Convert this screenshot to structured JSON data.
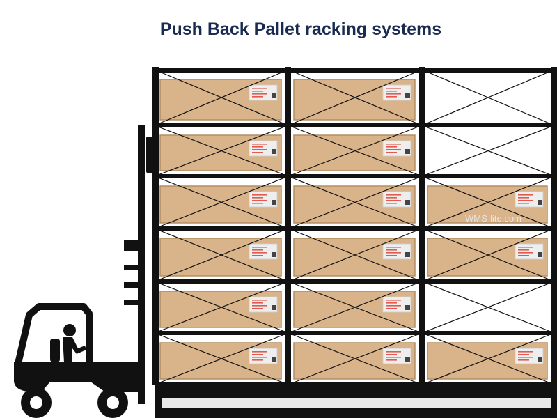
{
  "title": "Push Back Pallet racking systems",
  "watermark": "WMS-lite.com",
  "colors": {
    "title": "#1a2b52",
    "frame": "#111111",
    "box_fill": "#d9b48a",
    "box_edge": "#b38d63",
    "label_card": "#eeeeee",
    "label_text": "#e05a4e",
    "base": "#e9e9e9"
  },
  "rack": {
    "columns": 3,
    "levels": 6,
    "pallets": [
      [
        true,
        true,
        false
      ],
      [
        true,
        true,
        false
      ],
      [
        true,
        true,
        true
      ],
      [
        true,
        true,
        true
      ],
      [
        true,
        true,
        false
      ],
      [
        true,
        true,
        true
      ]
    ]
  },
  "forklift": {
    "icon": "forklift-icon",
    "operator_icon": "operator-icon"
  }
}
